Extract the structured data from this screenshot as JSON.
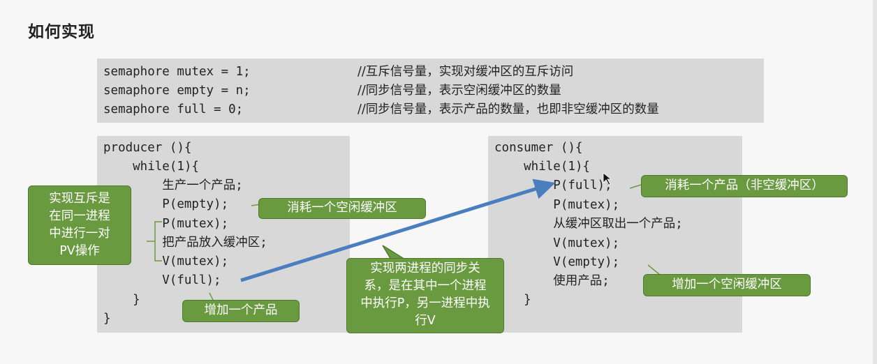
{
  "page": {
    "title": "如何实现"
  },
  "declarations": [
    {
      "code": "semaphore mutex = 1;",
      "comment": "//互斥信号量，实现对缓冲区的互斥访问"
    },
    {
      "code": "semaphore empty = n;",
      "comment": "//同步信号量，表示空闲缓冲区的数量"
    },
    {
      "code": "semaphore full = 0;",
      "comment": "//同步信号量，表示产品的数量，也即非空缓冲区的数量"
    }
  ],
  "producer": {
    "lines": [
      "producer (){",
      "    while(1){",
      "        生产一个产品;",
      "        P(empty);",
      "        P(mutex);",
      "        把产品放入缓冲区;",
      "        V(mutex);",
      "        V(full);",
      "    }",
      "}"
    ]
  },
  "consumer": {
    "lines": [
      "consumer (){",
      "    while(1){",
      "        P(full);",
      "        P(mutex);",
      "        从缓冲区取出一个产品;",
      "        V(mutex);",
      "        V(empty);",
      "        使用产品;",
      "    }",
      "}"
    ]
  },
  "callouts": {
    "mutex_pair": "实现互斥是在同一进程中进行一对PV操作",
    "consume_empty": "消耗一个空闲缓冲区",
    "add_product": "增加一个产品",
    "sync": "实现两进程的同步关系，是在其中一个进程中执行P，另一进程中执行V",
    "consume_product": "消耗一个产品（非空缓冲区）",
    "add_empty": "增加一个空闲缓冲区"
  },
  "colors": {
    "callout_green": "#6a9a40",
    "code_box": "#d8d8d8",
    "arrow_blue": "#4a7ebf"
  }
}
